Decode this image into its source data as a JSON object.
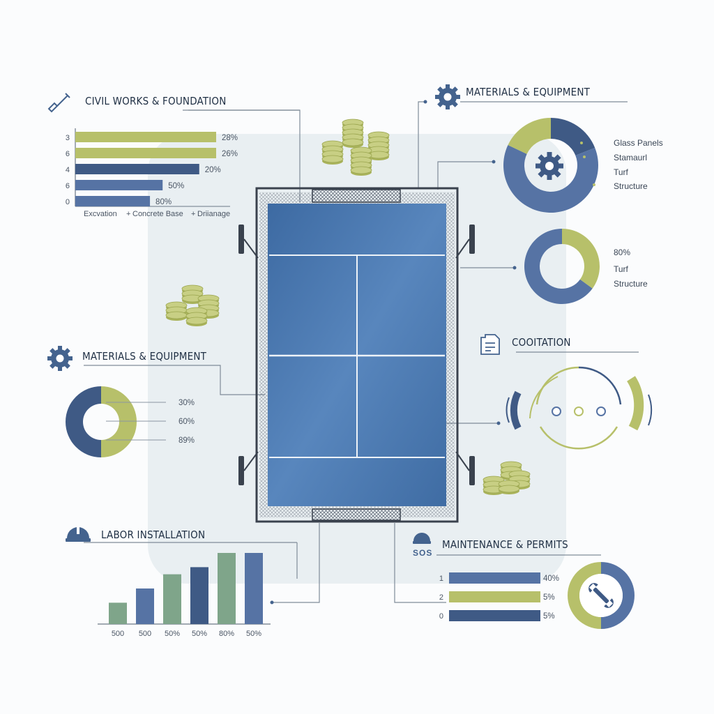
{
  "colors": {
    "olive": "#b7c06a",
    "blue": "#5673a4",
    "navy": "#3f5a85",
    "green": "#7fa58a",
    "court": "#4c76ad",
    "icon": "#44638e"
  },
  "titles": {
    "civil": "CIVIL WORKS & FOUNDATION",
    "materials_top": "MATERIALS & EQUIPMENT",
    "materials_left": "MATERIALS & EQUIPMENT",
    "cooitation": "COOITATION",
    "labor": "LABOR INSTALLATION",
    "maintenance": "MAINTENANCE & PERMITS",
    "sos": "SOS"
  },
  "chart_data": [
    {
      "type": "bar",
      "orientation": "horizontal",
      "title": "CIVIL WORKS & FOUNDATION",
      "categories": [
        "3",
        "6",
        "4",
        "6",
        "0"
      ],
      "values": [
        28,
        26,
        20,
        50,
        80
      ],
      "value_labels": [
        "28%",
        "26%",
        "20%",
        "50%",
        "80%"
      ],
      "bar_colors": [
        "olive",
        "olive",
        "navy",
        "blue",
        "blue"
      ],
      "bar_lengths_pct": [
        100,
        100,
        88,
        62,
        53
      ],
      "xlabels": [
        "Excvation",
        "Concrete Base",
        "Driianage"
      ]
    },
    {
      "type": "pie",
      "title": "MATERIALS & EQUIPMENT",
      "legend": [
        "Glass Panels",
        "Stamaurl",
        "Turf",
        "Structure"
      ],
      "slices": [
        {
          "color": "navy",
          "fraction": 0.19
        },
        {
          "color": "blue",
          "fraction": 0.63
        },
        {
          "color": "olive",
          "fraction": 0.18
        }
      ]
    },
    {
      "type": "pie",
      "title": "",
      "legend": [
        "80%",
        "Turf",
        "Structure"
      ],
      "slices": [
        {
          "color": "olive",
          "fraction": 0.35
        },
        {
          "color": "blue",
          "fraction": 0.65
        }
      ]
    },
    {
      "type": "pie",
      "title": "MATERIALS & EQUIPMENT",
      "legend": [
        "30%",
        "60%",
        "89%"
      ],
      "slices": [
        {
          "color": "olive",
          "fraction": 0.5
        },
        {
          "color": "navy",
          "fraction": 0.5
        }
      ]
    },
    {
      "type": "bar",
      "title": "LABOR INSTALLATION",
      "categories": [
        "500",
        "500",
        "50%",
        "50%",
        "80%",
        "50%"
      ],
      "values": [
        3,
        5,
        7,
        8,
        10,
        10
      ],
      "bar_colors": [
        "green",
        "blue",
        "green",
        "navy",
        "green",
        "blue"
      ]
    },
    {
      "type": "bar",
      "orientation": "horizontal",
      "title": "MAINTENANCE & PERMITS",
      "categories": [
        "1",
        "2",
        "0"
      ],
      "values": [
        40,
        5,
        5
      ],
      "value_labels": [
        "40%",
        "5%",
        "5%"
      ],
      "bar_colors": [
        "blue",
        "olive",
        "navy"
      ]
    },
    {
      "type": "pie",
      "title": "",
      "slices": [
        {
          "color": "blue",
          "fraction": 0.5
        },
        {
          "color": "olive",
          "fraction": 0.5
        }
      ]
    }
  ]
}
